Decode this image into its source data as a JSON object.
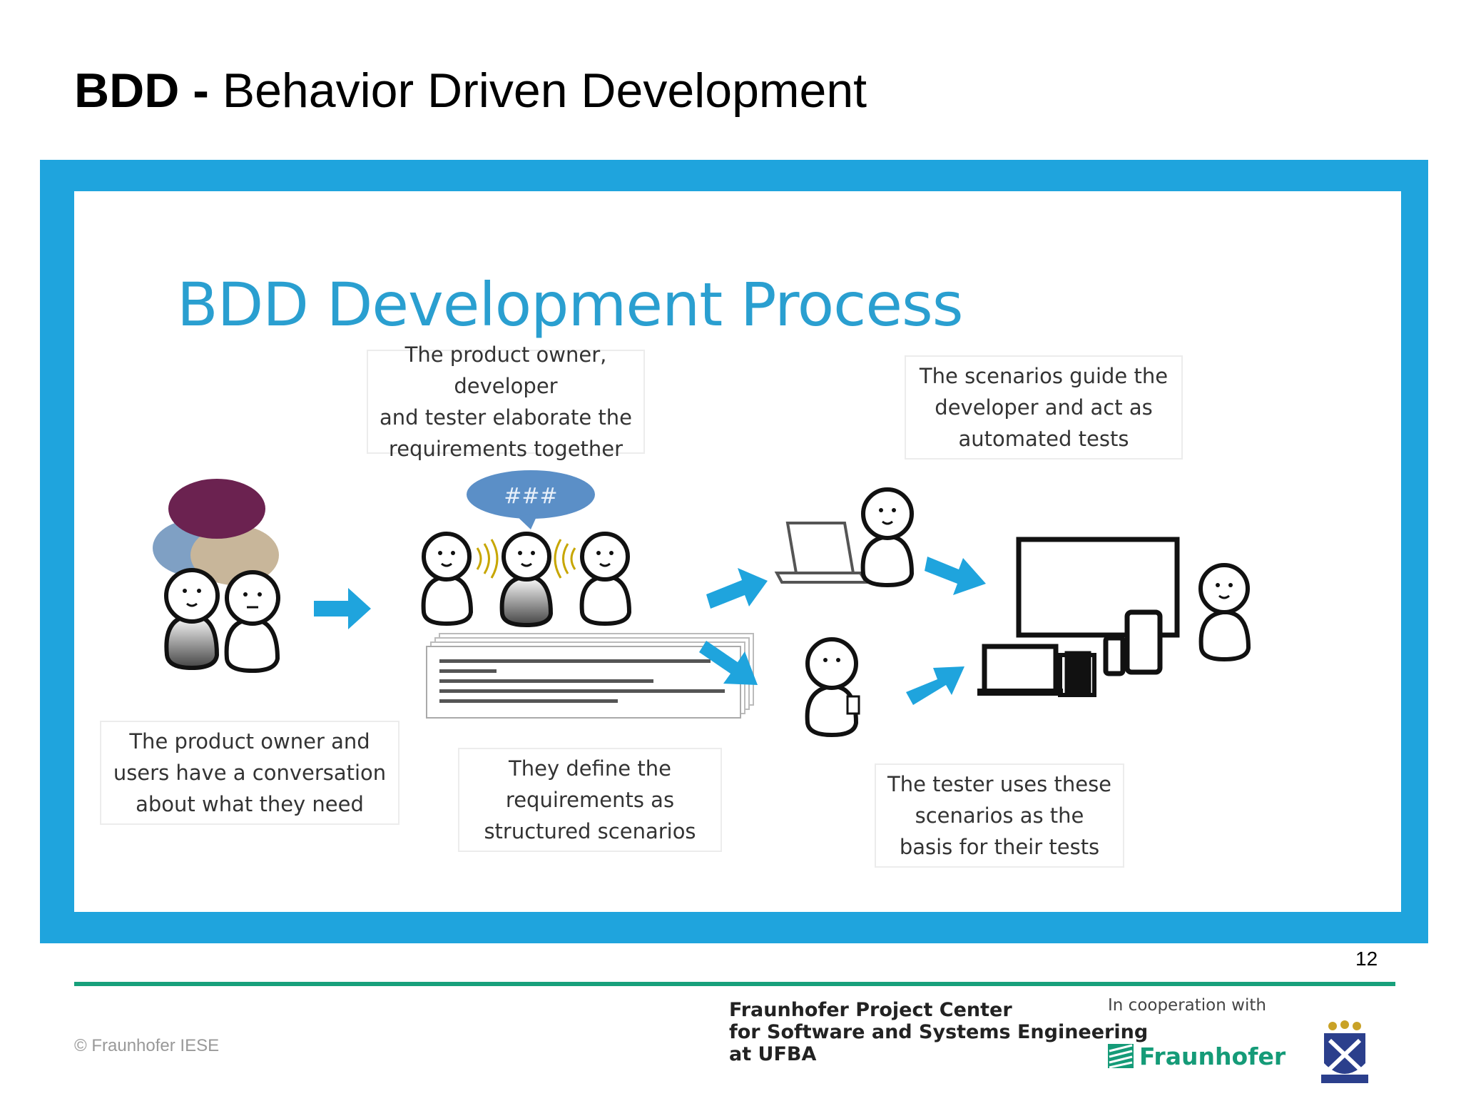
{
  "slide": {
    "title_bold": "BDD -",
    "title_rest": " Behavior Driven Development",
    "page_number": "12"
  },
  "diagram": {
    "title": "BDD Development Process",
    "speech_bubble_text": "###",
    "captions": {
      "conversation": [
        "The product owner and",
        "users have a conversation",
        "about what they need"
      ],
      "elaborate": [
        "The product owner, developer",
        "and tester elaborate the",
        "requirements together"
      ],
      "define": [
        "They define the",
        "requirements as",
        "structured  scenarios"
      ],
      "guide": [
        "The scenarios guide the",
        "developer and act as",
        "automated tests"
      ],
      "tester": [
        "The tester uses these",
        "scenarios as the",
        "basis for their tests"
      ]
    },
    "colors": {
      "frame": "#1fa4dd",
      "title": "#2a9fd0",
      "arrow": "#1fa4dd",
      "bubble_purple": "#6b2250",
      "bubble_blue": "#7fa0c4",
      "bubble_tan": "#c8b69a",
      "speech": "#5b8fc7"
    }
  },
  "footer": {
    "copyright": "© Fraunhofer IESE",
    "center_lines": [
      "Fraunhofer Project Center",
      "for Software and Systems Engineering",
      "at UFBA"
    ],
    "cooperation": "In cooperation with",
    "fraunhofer_logo_text": "Fraunhofer",
    "rule_color": "#17a07b"
  }
}
